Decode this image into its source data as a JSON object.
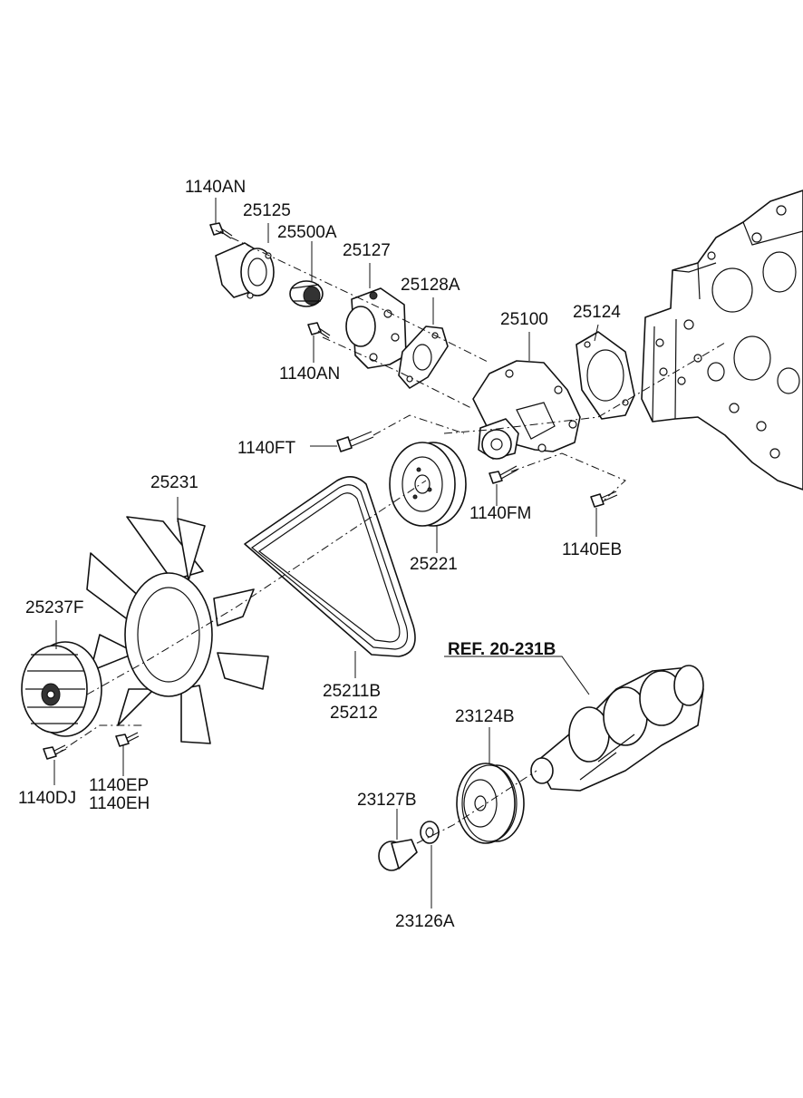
{
  "labels": {
    "p1140AN_top": "1140AN",
    "p25125": "25125",
    "p25500A": "25500A",
    "p25127": "25127",
    "p25128A": "25128A",
    "p1140AN_mid": "1140AN",
    "p25100": "25100",
    "p25124": "25124",
    "p1140FT": "1140FT",
    "p25231": "25231",
    "p1140FM": "1140FM",
    "p25221": "25221",
    "p1140EB": "1140EB",
    "p25237F": "25237F",
    "ref": "REF. 20-231B",
    "p25211B": "25211B",
    "p25212": "25212",
    "p23124B": "23124B",
    "p1140DJ": "1140DJ",
    "p1140EP": "1140EP",
    "p1140EH": "1140EH",
    "p23127B": "23127B",
    "p23126A": "23126A"
  }
}
